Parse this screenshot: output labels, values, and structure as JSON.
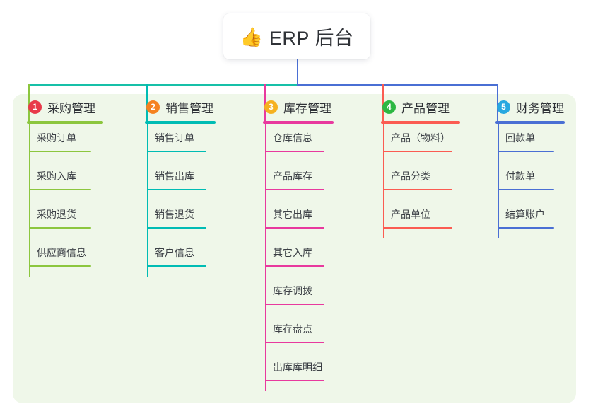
{
  "canvas": {
    "background": "#ffffff",
    "panel_color": "#eff7e9"
  },
  "root": {
    "icon": "thumbs-up-icon",
    "emoji": "👍",
    "title": "ERP 后台",
    "connector_color": "#4a6fd4"
  },
  "bus": {
    "left_color": "#16c0a8",
    "right_color": "#4a6fd4"
  },
  "branches": [
    {
      "number": "1",
      "label": "采购管理",
      "color": "#8cc63e",
      "badge_color": "#e8394a",
      "items": [
        "采购订单",
        "采购入库",
        "采购退货",
        "供应商信息"
      ]
    },
    {
      "number": "2",
      "label": "销售管理",
      "color": "#00bcb4",
      "badge_color": "#f58220",
      "items": [
        "销售订单",
        "销售出库",
        "销售退货",
        "客户信息"
      ]
    },
    {
      "number": "3",
      "label": "库存管理",
      "color": "#e8399e",
      "badge_color": "#f5b120",
      "items": [
        "仓库信息",
        "产品库存",
        "其它出库",
        "其它入库",
        "库存调拨",
        "库存盘点",
        "出库库明细"
      ]
    },
    {
      "number": "4",
      "label": "产品管理",
      "color": "#fb5c52",
      "badge_color": "#2cb742",
      "items": [
        "产品（物料）",
        "产品分类",
        "产品单位"
      ]
    },
    {
      "number": "5",
      "label": "财务管理",
      "color": "#4a6fd4",
      "badge_color": "#28a8e0",
      "items": [
        "回款单",
        "付款单",
        "结算账户"
      ]
    }
  ]
}
